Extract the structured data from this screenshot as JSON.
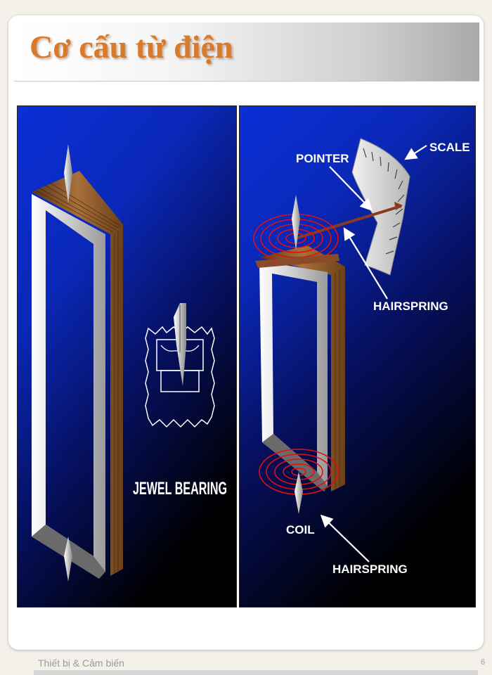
{
  "slide": {
    "title": "Cơ cấu từ điện",
    "footer": "Thiết bị & Cảm biến",
    "page_number": "6"
  },
  "left_figure": {
    "labels": {
      "jewel_bearing": "JEWEL BEARING"
    }
  },
  "right_figure": {
    "labels": {
      "pointer": "POINTER",
      "scale": "SCALE",
      "hairspring_top": "HAIRSPRING",
      "coil": "COIL",
      "hairspring_bottom": "HAIRSPRING"
    }
  },
  "colors": {
    "title": "#d97a2a",
    "panel_blue": "#0a2fd6",
    "copper": "#8b5a2b",
    "hairspring": "#e01010",
    "scale": "#cfcfcf"
  }
}
